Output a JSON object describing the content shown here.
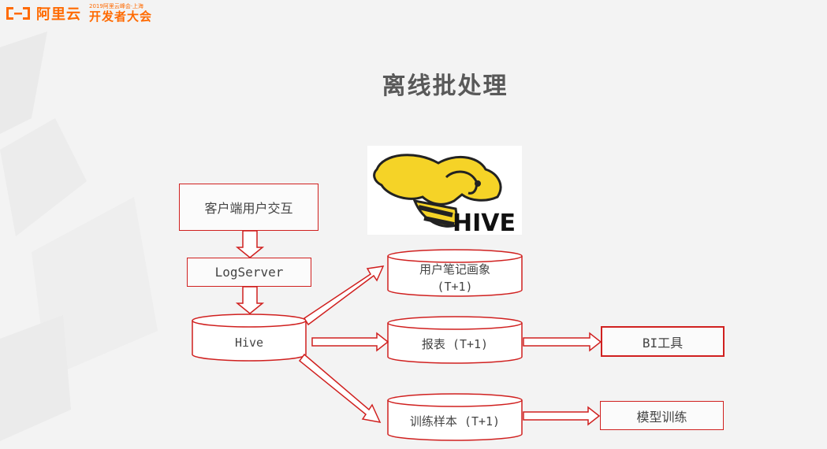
{
  "brand": {
    "name": "阿里云",
    "event_year": "2019阿里云峰会·上海",
    "event_name": "开发者大会"
  },
  "slide": {
    "title": "离线批处理"
  },
  "logo": {
    "text": "HIVE",
    "icon": "hive-bee-elephant-icon"
  },
  "nodes": {
    "client": "客户端用户交互",
    "logserver": "LogServer",
    "hive": "Hive",
    "profile_line1": "用户笔记画象",
    "profile_line2": "(T+1)",
    "report": "报表 (T+1)",
    "bi": "BI工具",
    "samples": "训练样本 (T+1)",
    "training": "模型训练"
  },
  "colors": {
    "accent": "#d0201f",
    "brand": "#ff6a00",
    "title": "#595959"
  }
}
